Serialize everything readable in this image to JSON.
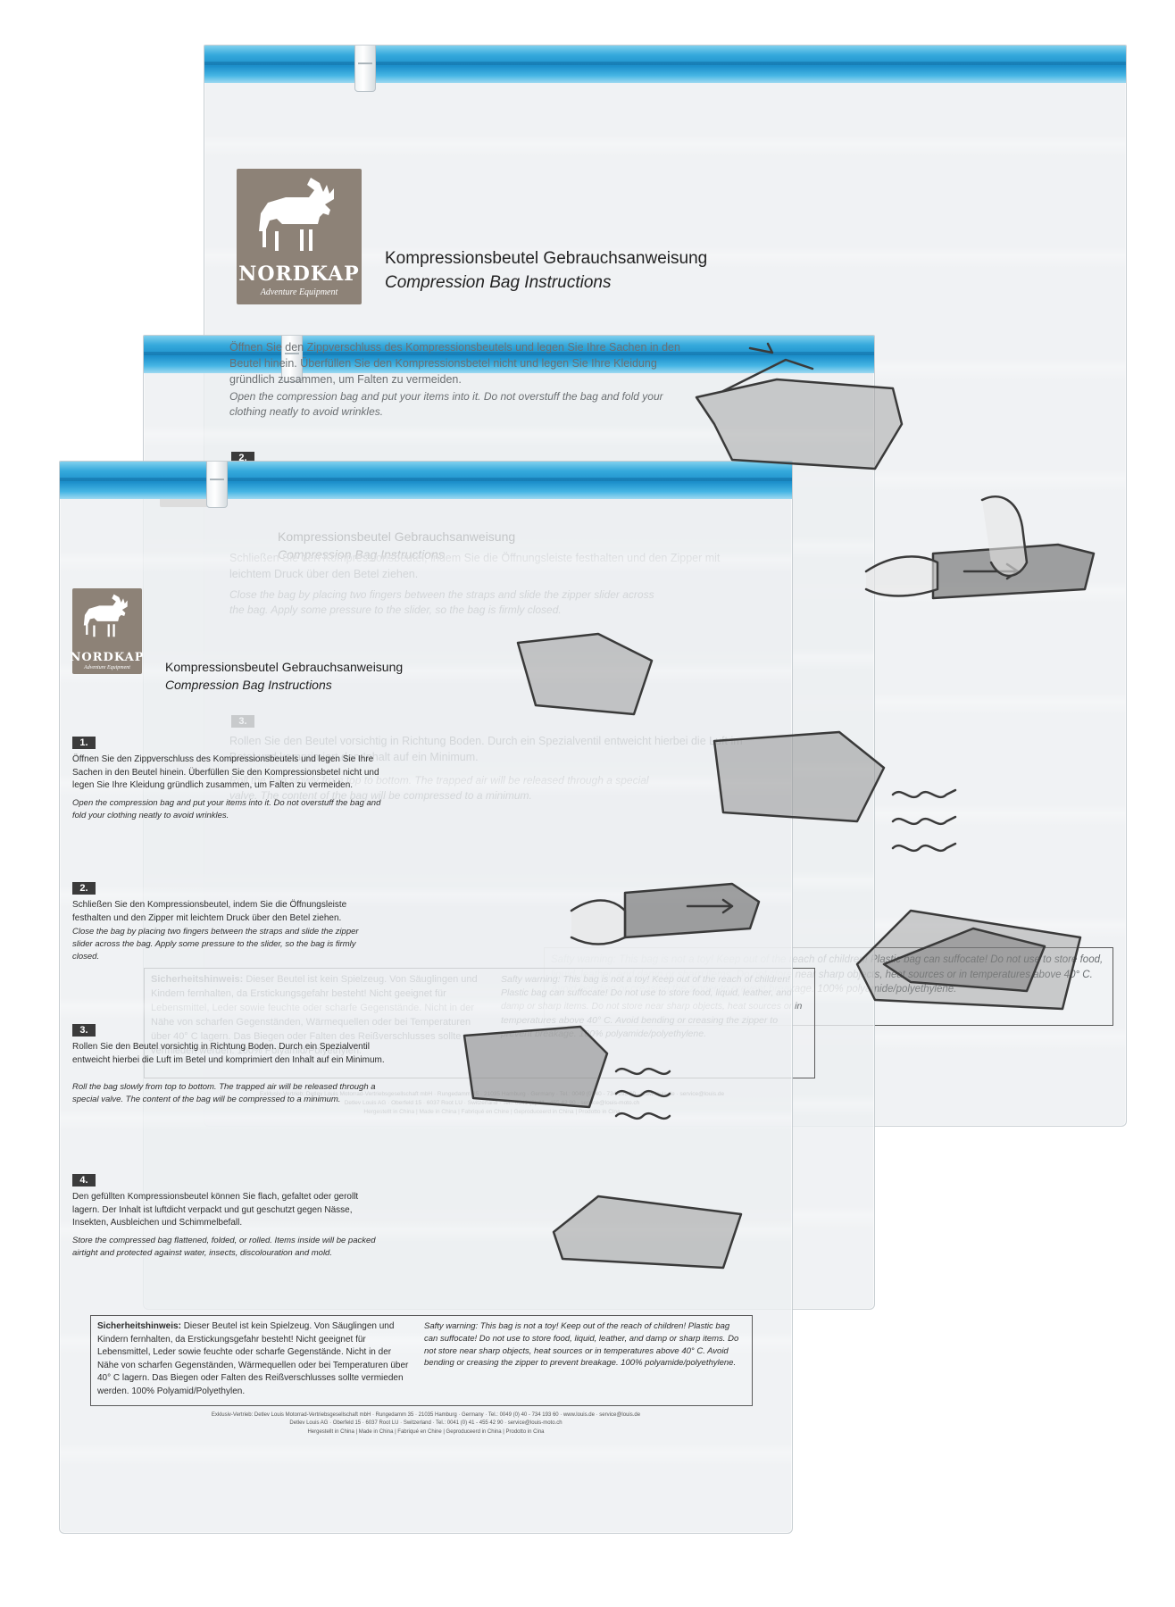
{
  "brand": {
    "name": "NORDKAP",
    "tagline": "Adventure Equipment"
  },
  "title_de": "Kompressionsbeutel Gebrauchsanweisung",
  "title_en": "Compression Bag Instructions",
  "steps": [
    {
      "num": "1.",
      "de": "Öffnen Sie den Zippverschluss des Kompressionsbeutels und legen Sie Ihre Sachen in den Beutel hinein. Überfüllen Sie den Kompressionsbetel nicht und legen Sie Ihre Kleidung gründlich zusammen, um Falten zu vermeiden.",
      "en": "Open the compression bag and put your items into it. Do not overstuff the bag and fold your clothing neatly to avoid wrinkles."
    },
    {
      "num": "2.",
      "de": "Schließen Sie den Kompressionsbeutel, indem Sie die Öffnungsleiste festhalten und den Zipper mit leichtem Druck über den Betel ziehen.",
      "en": "Close the bag by placing two fingers between the straps and slide the zipper slider across the bag. Apply some pressure to the slider, so the bag is firmly closed."
    },
    {
      "num": "3.",
      "de": "Rollen Sie den Beutel vorsichtig in Richtung Boden. Durch ein Spezialventil entweicht hierbei die Luft im Betel und komprimiert den Inhalt auf ein Minimum.",
      "en": "Roll the bag slowly from top to bottom. The trapped air will be released through a special valve. The content of the bag will be compressed to a minimum."
    },
    {
      "num": "4.",
      "de": "Den gefüllten Kompressionsbeutel können Sie flach, gefaltet oder gerollt lagern. Der Inhalt ist luftdicht verpackt und gut geschutzt gegen Nässe, Insekten, Ausbleichen und Schimmelbefall.",
      "en": "Store the compressed bag flattened, folded, or rolled. Items inside will be packed airtight and protected against water, insects, discolouration and mold."
    }
  ],
  "warning": {
    "de_label": "Sicherheitshinweis:",
    "de": "Dieser Beutel ist kein Spielzeug. Von Säuglingen und Kindern fernhalten, da Erstickungsgefahr besteht! Nicht geeignet für Lebensmittel, Leder sowie feuchte oder scharfe Gegenstände. Nicht in der Nähe von scharfen Gegenständen, Wärmequellen oder bei Temperaturen über 40° C lagern. Das Biegen oder Falten des Reißverschlusses sollte vermieden werden. 100% Polyamid/Polyethylen.",
    "en_label": "Safty warning:",
    "en": "This bag is not a toy! Keep out of the reach of children! Plastic bag can suffocate! Do not use to store food, liquid, leather, and damp or sharp items. Do not store near sharp objects, heat sources or in temperatures above 40° C. Avoid bending or creasing the zipper to prevent breakage. 100% polyamide/polyethylene."
  },
  "imprint": {
    "line1": "Exklusiv-Vertrieb: Detlev Louis Motorrad-Vertriebsgesellschaft mbH · Rungedamm 35 · 21035 Hamburg · Germany · Tel.: 0049 (0) 40 - 734 193 60 · www.louis.de · service@louis.de",
    "line2": "Detlev Louis AG · Oberfeld 15 · 6037 Root LU · Switzerland · Tel.: 0041 (0) 41 - 455 42 90 · service@louis-moto.ch",
    "line3": "Hergestellt in China | Made in China | Fabriqué en Chine | Geproduceerd in China | Prodotto in Cina"
  },
  "colors": {
    "zipper": "#1c8fcb",
    "zipper_light": "#7fd0ee",
    "bag_film": "#eceff1",
    "logo_bg": "#8d8277",
    "text": "#2d2d2d"
  }
}
